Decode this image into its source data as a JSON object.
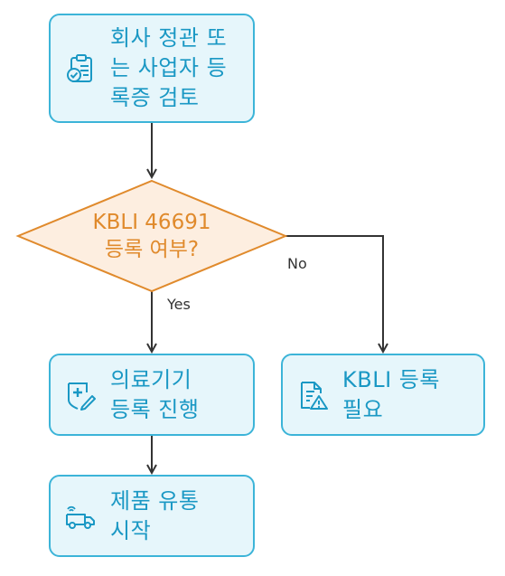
{
  "nodes": {
    "review": {
      "label": "회사 정관 또\n는 사업자 등\n록증 검토",
      "icon": "clipboard-check-icon"
    },
    "decision": {
      "label": "KBLI 46691\n등록 여부?"
    },
    "register": {
      "label": "의료기기\n등록 진행",
      "icon": "medical-shield-pen-icon"
    },
    "need_kbli": {
      "label": "KBLI 등록\n필요",
      "icon": "document-warning-icon"
    },
    "distribution": {
      "label": "제품 유통\n시작",
      "icon": "delivery-truck-icon"
    }
  },
  "edges": {
    "yes_label": "Yes",
    "no_label": "No"
  },
  "colors": {
    "box_fill": "#e6f6fb",
    "box_border": "#3cb4d8",
    "box_text": "#1a98c4",
    "diamond_fill": "#fdeee0",
    "diamond_border": "#e08a2c",
    "diamond_text": "#e08a2c",
    "arrow": "#333333"
  }
}
